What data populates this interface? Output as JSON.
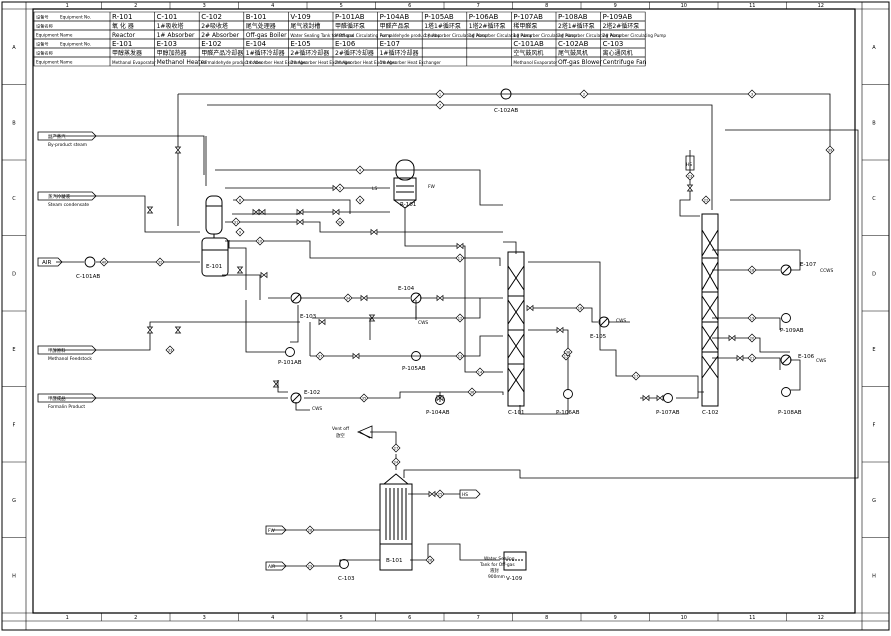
{
  "table": {
    "rows": [
      {
        "h1": "设备号",
        "h2": "Equipment No.",
        "cells": [
          "R-101",
          "C-101",
          "C-102",
          "B-101",
          "V-109",
          "P-101AB",
          "P-104AB",
          "P-105AB",
          "P-106AB",
          "P-107AB",
          "P-108AB",
          "P-109AB"
        ]
      },
      {
        "h1": "设备名称",
        "h2": "",
        "cells": [
          "氧 化 器",
          "1#吸收塔",
          "2#吸收塔",
          "尾气处理器",
          "尾气液封槽",
          "甲醛循环泵",
          "甲醛产品泵",
          "1塔1#循环泵",
          "1塔2#循环泵",
          "稀甲醛泵",
          "2塔1#循环泵",
          "2塔2#循环泵"
        ]
      },
      {
        "h1": "Equipment Name",
        "h2": "",
        "cells": [
          "Reactor",
          "1# Absorber",
          "2# Absorber",
          "Off-gas Boiler",
          "Water Sealing Tank for Off-gas",
          "Methanol Circulating Pump",
          "Formaldehyde product pump",
          "1# Absorber Circulating Pump",
          "1# Absorber Circulating Pump",
          "1# Absorber Circulating Pump",
          "2# Absorber Circulating Pump",
          "2# Absorber Circulating Pump"
        ]
      },
      {
        "h1": "设备号",
        "h2": "Equipment No.",
        "cells": [
          "E-101",
          "E-103",
          "E-102",
          "E-104",
          "E-105",
          "E-106",
          "E-107",
          "",
          "",
          "C-101AB",
          "C-102AB",
          "C-103"
        ]
      },
      {
        "h1": "设备名称",
        "h2": "",
        "cells": [
          "甲醇蒸发器",
          "甲醇加热器",
          "甲醛产品冷却器",
          "1#循环冷却器",
          "2#循环冷却器",
          "2#循环冷却器",
          "1#循环冷却器",
          "",
          "",
          "空气鼓风机",
          "尾气鼓风机",
          "离心通风机"
        ]
      },
      {
        "h1": "Equipment Name",
        "h2": "",
        "cells": [
          "Methanol Evaporator",
          "Methanol Heater",
          "Formaldehyde product cooler",
          "1# Absorber Heat Exchanger",
          "2# Absorber Heat Exchanger",
          "2# Absorber Heat Exchanger",
          "1# Absorber Heat Exchanger",
          "",
          "",
          "Methanol Evaporator",
          "Off-gas Blower",
          "Centrifuge Fan"
        ]
      }
    ]
  },
  "frame": {
    "cols": [
      "1",
      "2",
      "3",
      "4",
      "5",
      "6",
      "7",
      "8",
      "9",
      "10",
      "11",
      "12"
    ],
    "rows": [
      "A",
      "B",
      "C",
      "D",
      "E",
      "F",
      "G",
      "H"
    ]
  },
  "streams": {
    "byproduct_cn": "副产蒸汽",
    "byproduct_en": "By-product steam",
    "condensate_cn": "蒸汽冷凝液",
    "condensate_en": "Steam condensate",
    "air": "AIR",
    "methanol_cn": "甲醇原料",
    "methanol_en": "Methanol Feedstock",
    "formalin_cn": "甲醛成品",
    "formalin_en": "Formalin Product",
    "vent_en": "Vent off",
    "vent_cn": "放空",
    "fw": "FW",
    "air2": "AIR",
    "hs": "HS",
    "hs_top": "HS",
    "ls": "LS",
    "fw_r": "FW",
    "cws": "CWS",
    "ccws": "CCWS"
  },
  "equipment": {
    "c101ab": "C-101AB",
    "c102ab": "C-102AB",
    "c103": "C-103",
    "e101": "E-101",
    "e102": "E-102",
    "e103": "E-103",
    "e104": "E-104",
    "e105": "E-105",
    "e106": "E-106",
    "e107": "E-107",
    "r101": "R-101",
    "b101": "B-101",
    "v109": "V-109",
    "c101": "C-101",
    "c102": "C-102",
    "p101ab": "P-101AB",
    "p104ab": "P-104AB",
    "p105ab": "P-105AB",
    "p106ab": "P-106AB",
    "p107ab": "P-107AB",
    "p108ab": "P-108AB",
    "p109ab": "P-109AB",
    "v109_desc1": "Water Sealing",
    "v109_desc2": "Tank for Off-gas",
    "v109_desc3": "液封",
    "v109_desc4": "900mm"
  },
  "stream_numbers": [
    "1",
    "2",
    "3",
    "4",
    "5",
    "6",
    "7",
    "8",
    "9",
    "10",
    "11",
    "12",
    "13",
    "14",
    "15",
    "16",
    "17",
    "18",
    "19",
    "20",
    "21",
    "22",
    "23",
    "24",
    "25",
    "26",
    "27",
    "28",
    "29",
    "30",
    "31",
    "32",
    "33",
    "34",
    "35",
    "36",
    "37",
    "38",
    "39",
    "40"
  ]
}
